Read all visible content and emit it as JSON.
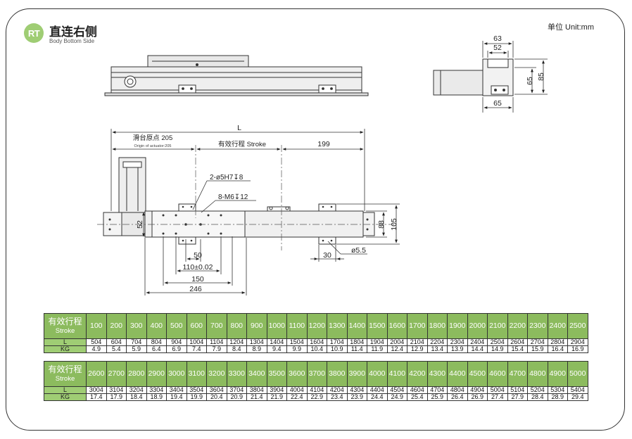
{
  "header": {
    "logo": "RT",
    "title": "直连右侧",
    "subtitle": "Body Bottom Side",
    "unit": "单位 Unit:mm"
  },
  "dims": {
    "side_63": "63",
    "side_52": "52",
    "side_65_v": "65",
    "side_85": "85",
    "side_65_h": "65",
    "L": "L",
    "origin": "滑台原点 205",
    "origin_en": "Origin of actuator:205",
    "stroke": "有效行程 Stroke",
    "d199": "199",
    "hole1": "2-ø5H7",
    "hole1_depth": "8",
    "hole2": "8-M6",
    "hole2_depth": "12",
    "d52": "52",
    "d88": "88",
    "d105": "105",
    "d50": "50",
    "d110": "110±0.02",
    "d150": "150",
    "d246": "246",
    "d30": "30",
    "d55": "ø5.5"
  },
  "table1": {
    "row_label_cn": "有效行程",
    "row_label_en": "Stroke",
    "l_label": "L",
    "kg_label": "KG",
    "stroke": [
      "100",
      "200",
      "300",
      "400",
      "500",
      "600",
      "700",
      "800",
      "900",
      "1000",
      "1100",
      "1200",
      "1300",
      "1400",
      "1500",
      "1600",
      "1700",
      "1800",
      "1900",
      "2000",
      "2100",
      "2200",
      "2300",
      "2400",
      "2500"
    ],
    "L": [
      "504",
      "604",
      "704",
      "804",
      "904",
      "1004",
      "1104",
      "1204",
      "1304",
      "1404",
      "1504",
      "1604",
      "1704",
      "1804",
      "1904",
      "2004",
      "2104",
      "2204",
      "2304",
      "2404",
      "2504",
      "2604",
      "2704",
      "2804",
      "2904"
    ],
    "KG": [
      "4.9",
      "5.4",
      "5.9",
      "6.4",
      "6.9",
      "7.4",
      "7.9",
      "8.4",
      "8.9",
      "9.4",
      "9.9",
      "10.4",
      "10.9",
      "11.4",
      "11.9",
      "12.4",
      "12.9",
      "13.4",
      "13.9",
      "14.4",
      "14.9",
      "15.4",
      "15.9",
      "16.4",
      "16.9"
    ]
  },
  "table2": {
    "row_label_cn": "有效行程",
    "row_label_en": "Stroke",
    "l_label": "L",
    "kg_label": "KG",
    "stroke": [
      "2600",
      "2700",
      "2800",
      "2900",
      "3000",
      "3100",
      "3200",
      "3300",
      "3400",
      "3500",
      "3600",
      "3700",
      "3800",
      "3900",
      "4000",
      "4100",
      "4200",
      "4300",
      "4400",
      "4500",
      "4600",
      "4700",
      "4800",
      "4900",
      "5000"
    ],
    "L": [
      "3004",
      "3104",
      "3204",
      "3304",
      "3404",
      "3504",
      "3604",
      "3704",
      "3804",
      "3904",
      "4004",
      "4104",
      "4204",
      "4304",
      "4404",
      "4504",
      "4604",
      "4704",
      "4804",
      "4904",
      "5004",
      "5104",
      "5204",
      "5304",
      "5404"
    ],
    "KG": [
      "17.4",
      "17.9",
      "18.4",
      "18.9",
      "19.4",
      "19.9",
      "20.4",
      "20.9",
      "21.4",
      "21.9",
      "22.4",
      "22.9",
      "23.4",
      "23.9",
      "24.4",
      "24.9",
      "25.4",
      "25.9",
      "26.4",
      "26.9",
      "27.4",
      "27.9",
      "28.4",
      "28.9",
      "29.4"
    ]
  }
}
